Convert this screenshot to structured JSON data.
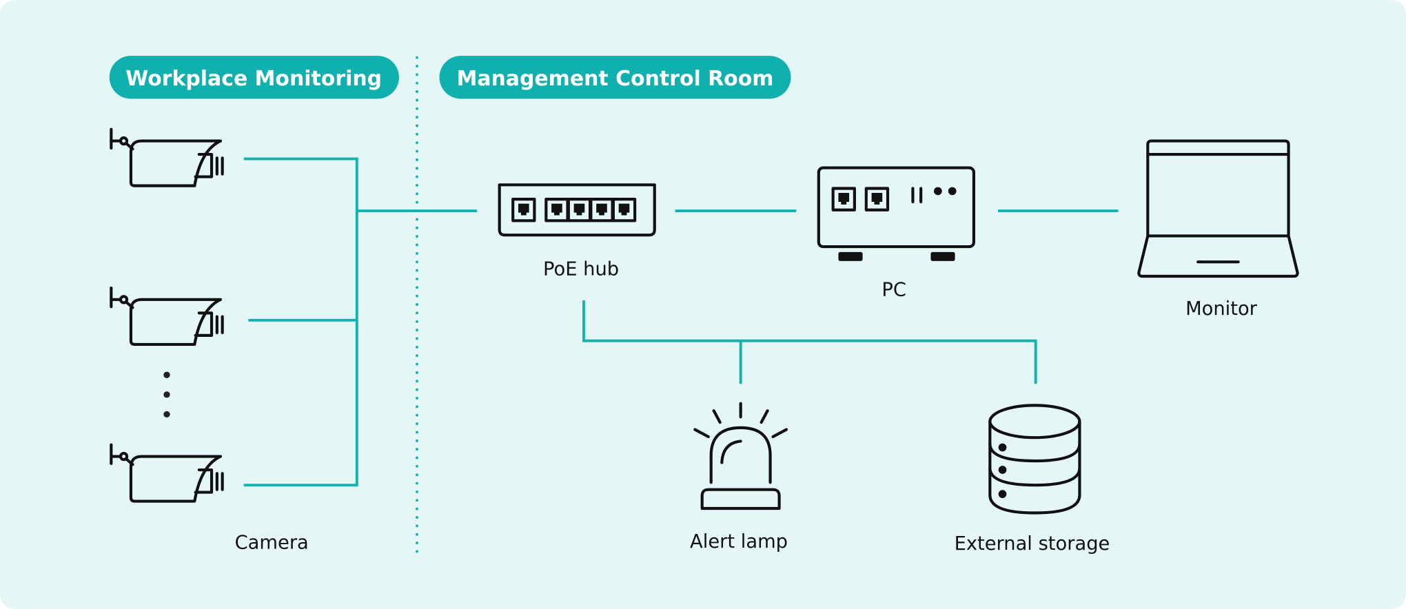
{
  "sections": {
    "workplace": "Workplace Monitoring",
    "control_room": "Management Control Room"
  },
  "nodes": {
    "camera": "Camera",
    "poe_hub": "PoE hub",
    "pc": "PC",
    "monitor": "Monitor",
    "alert_lamp": "Alert lamp",
    "external_storage": "External storage"
  },
  "colors": {
    "background": "#e4f6f6",
    "accent": "#0fb0ae",
    "icon": "#111111"
  }
}
